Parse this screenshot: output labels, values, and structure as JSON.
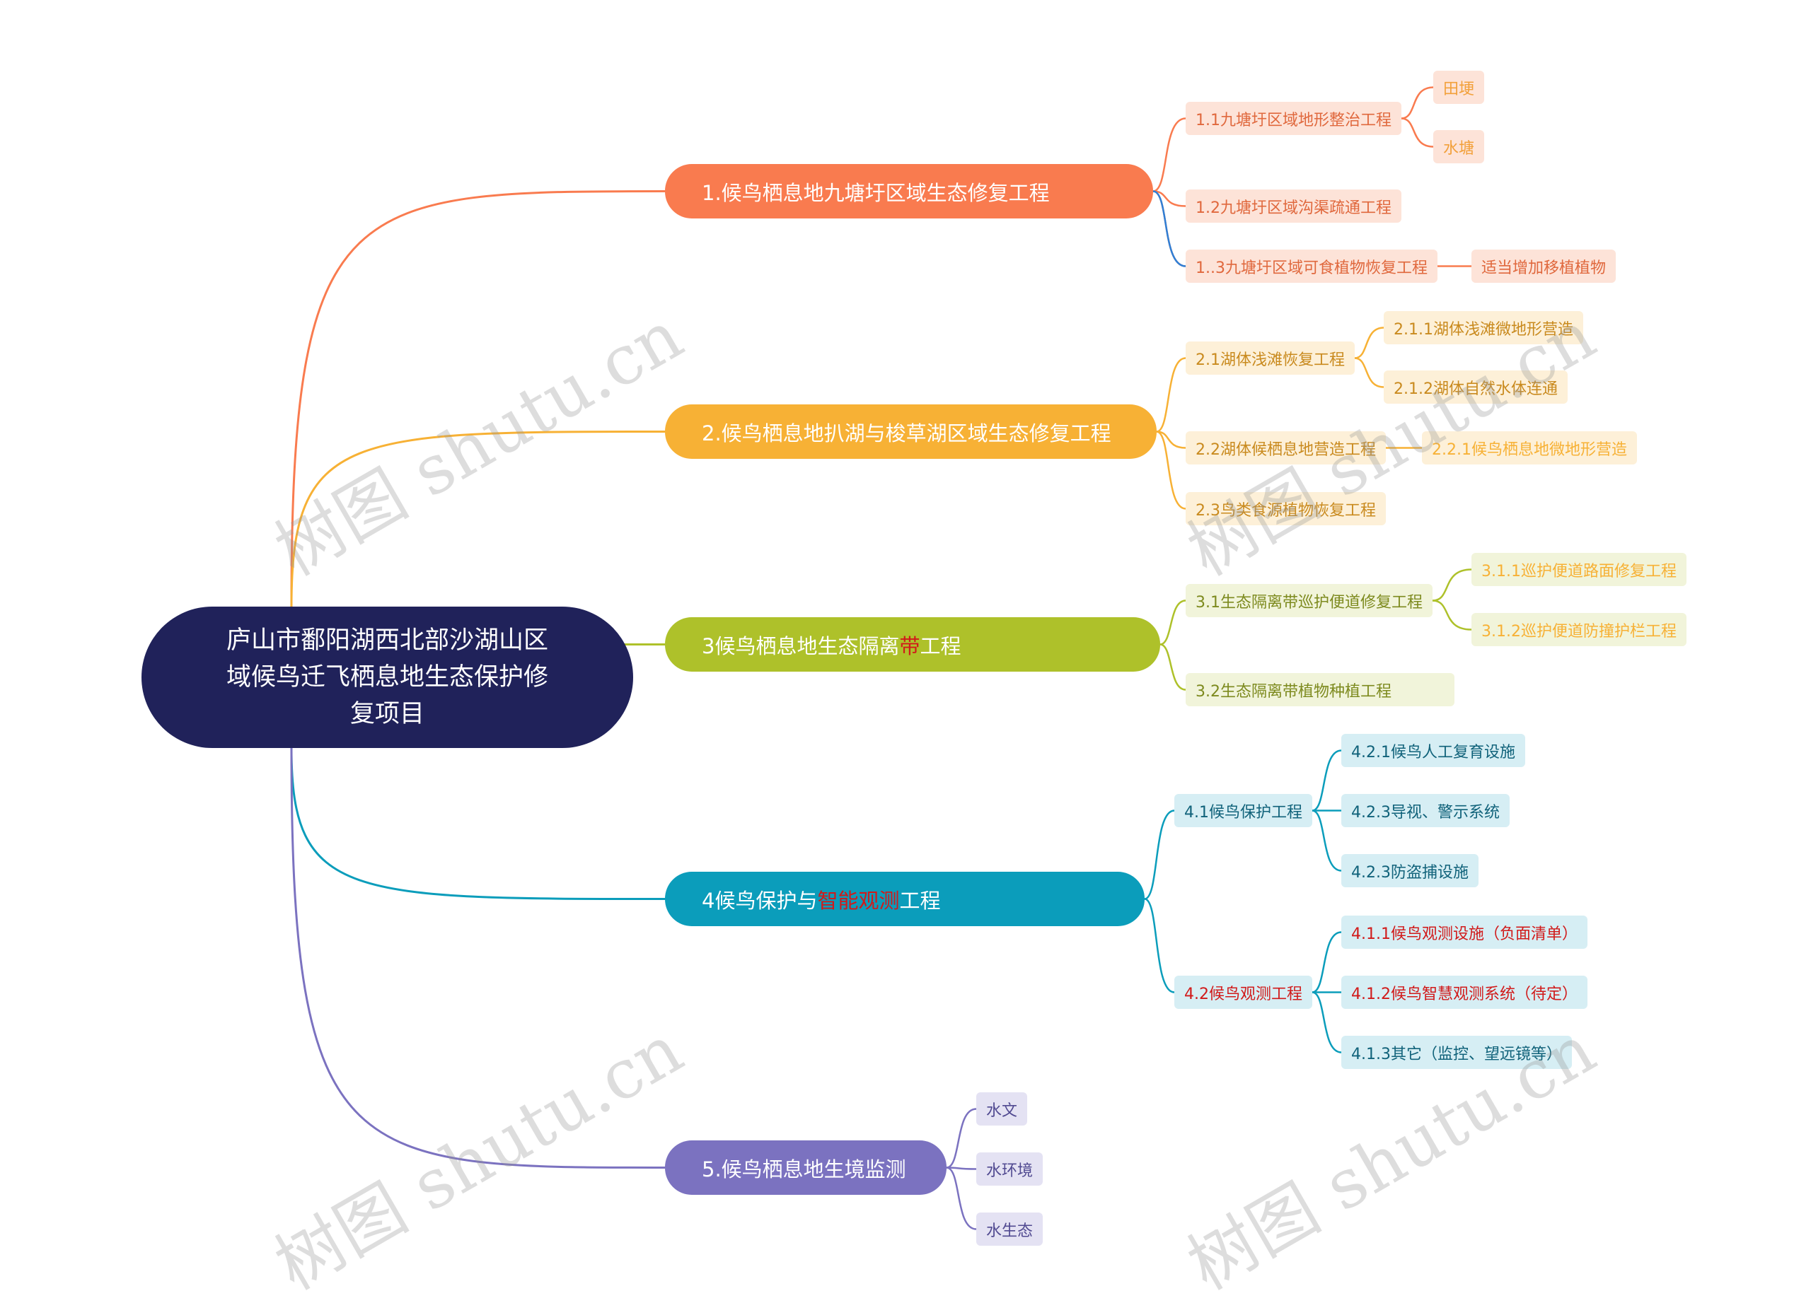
{
  "root": {
    "title": "庐山市鄱阳湖西北部沙湖山区域候鸟迁飞栖息地生态保护修复项目"
  },
  "colors": {
    "root": "#20225a",
    "orange": "#f97b4f",
    "amber": "#f7b135",
    "lime": "#aec12a",
    "teal": "#0b9dbb",
    "purple": "#7b72c0",
    "highlight": "#d11a1a"
  },
  "branches": [
    {
      "label": "1.候鸟栖息地九塘圩区域生态修复工程",
      "children": [
        {
          "label": "1.1九塘圩区域地形整治工程",
          "children": [
            {
              "label": "田埂"
            },
            {
              "label": "水塘"
            }
          ]
        },
        {
          "label": "1.2九塘圩区域沟渠疏通工程"
        },
        {
          "label": "1..3九塘圩区域可食植物恢复工程",
          "children": [
            {
              "label": "适当增加移植植物"
            }
          ]
        }
      ]
    },
    {
      "label": "2.候鸟栖息地扒湖与梭草湖区域生态修复工程",
      "children": [
        {
          "label": "2.1湖体浅滩恢复工程",
          "children": [
            {
              "label": "2.1.1湖体浅滩微地形营造"
            },
            {
              "label": "2.1.2湖体自然水体连通"
            }
          ]
        },
        {
          "label": "2.2湖体候栖息地营造工程",
          "children": [
            {
              "label": "2.2.1候鸟栖息地微地形营造"
            }
          ]
        },
        {
          "label": "2.3鸟类食源植物恢复工程"
        }
      ]
    },
    {
      "label_parts": [
        "3候鸟栖息地生态隔离",
        "带",
        "工程"
      ],
      "children": [
        {
          "label": "3.1生态隔离带巡护便道修复工程",
          "children": [
            {
              "label": "3.1.1巡护便道路面修复工程"
            },
            {
              "label": "3.1.2巡护便道防撞护栏工程"
            }
          ]
        },
        {
          "label": "3.2生态隔离带植物种植工程"
        }
      ]
    },
    {
      "label_parts": [
        "4候鸟保护与",
        "智能观测",
        "工程"
      ],
      "children": [
        {
          "label": "4.1候鸟保护工程",
          "children": [
            {
              "label": "4.2.1候鸟人工复育设施"
            },
            {
              "label": "4.2.3导视、警示系统"
            },
            {
              "label": "4.2.3防盗捕设施"
            }
          ]
        },
        {
          "label": "4.2候鸟观测工程",
          "children": [
            {
              "label": "4.1.1候鸟观测设施（负面清单）"
            },
            {
              "label": "4.1.2候鸟智慧观测系统（待定）"
            },
            {
              "label": "4.1.3其它（监控、望远镜等）"
            }
          ]
        }
      ]
    },
    {
      "label": "5.候鸟栖息地生境监测",
      "children": [
        {
          "label": "水文"
        },
        {
          "label": "水环境"
        },
        {
          "label": "水生态"
        }
      ]
    }
  ],
  "watermark": "树图 shutu.cn"
}
